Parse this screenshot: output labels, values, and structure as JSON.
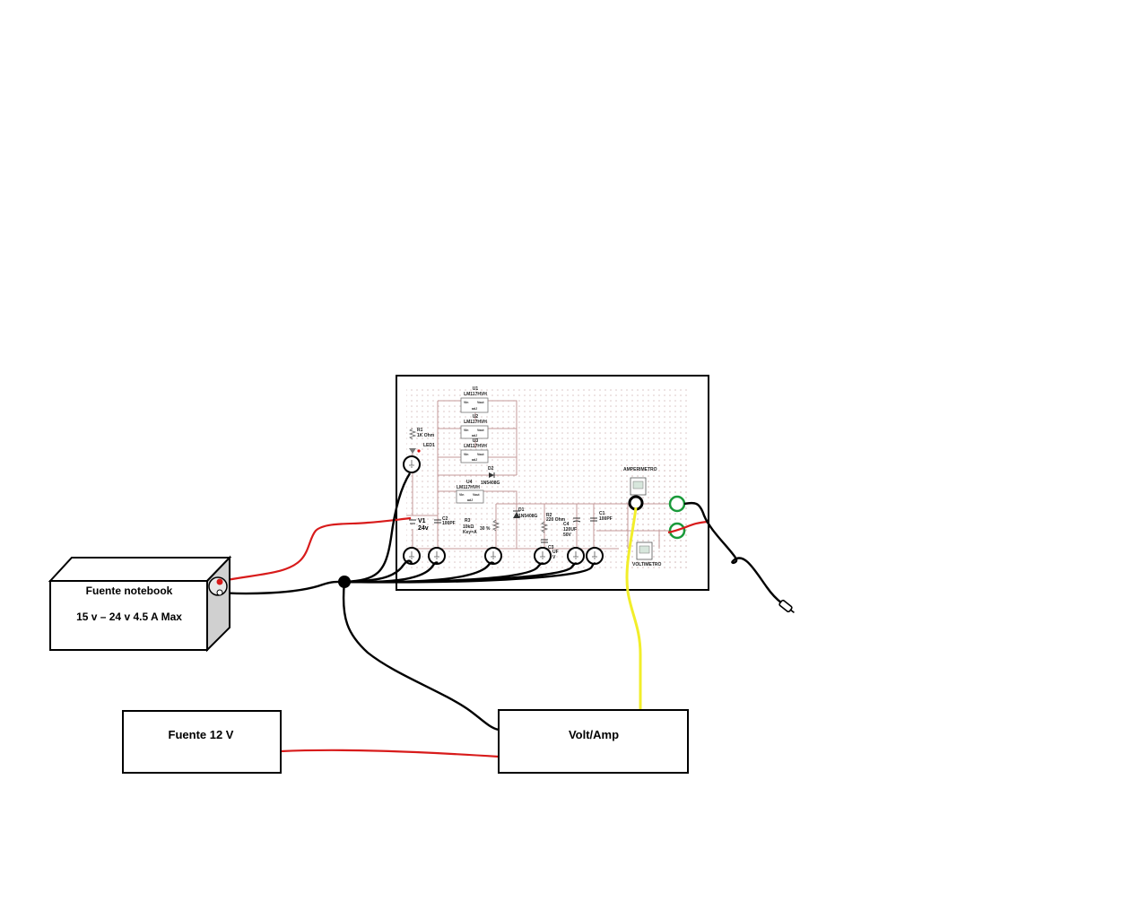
{
  "colors": {
    "positive_wire": "#d81b1b",
    "ground_wire": "#000000",
    "signal_wire": "#f2ee2a",
    "output_ring": "#1a9a3a",
    "led": "#e01010",
    "grid_dot": "#d9c3c3",
    "schematic_line": "#c49a9a"
  },
  "boxes": {
    "notebook_supply": {
      "line1": "Fuente  notebook",
      "line2": "15 v – 24 v  4.5 A Max"
    },
    "supply_12v": {
      "label": "Fuente 12 V"
    },
    "volt_amp": {
      "label": "Volt/Amp"
    }
  },
  "schematic": {
    "u1": {
      "ref": "U1",
      "part": "LM117HVH"
    },
    "u2": {
      "ref": "U2",
      "part": "LM117HVH"
    },
    "u3": {
      "ref": "U3",
      "part": "LM117HVH"
    },
    "u4": {
      "ref": "U4",
      "part": "LM117HVH"
    },
    "pin_vin": "Vin",
    "pin_vout": "Vout",
    "pin_adj": "adJ",
    "r1": {
      "ref": "R1",
      "value": "1K Ohm"
    },
    "led1": "LED1",
    "d2": {
      "ref": "D2",
      "part": "1N5408G"
    },
    "d1": {
      "ref": "D1",
      "part": "1N5408G"
    },
    "v1": {
      "ref": "V1",
      "value": "24v"
    },
    "c2": {
      "ref": "C2",
      "value": "100PF"
    },
    "r3": {
      "ref": "R3",
      "value": "10kΩ",
      "key": "Key=A",
      "percent": "30 %"
    },
    "r2": {
      "ref": "R2",
      "value": "220 Ohm"
    },
    "c4": {
      "ref": "C4",
      "value": "120UF",
      "voltage": "50V"
    },
    "c1": {
      "ref": "C1",
      "value": "100PF"
    },
    "c3": {
      "ref": "C3",
      "value": "UF",
      "voltage": "V"
    },
    "ammeter": "AMPERIMETRO",
    "voltmeter": "VOLTIMETRO"
  }
}
